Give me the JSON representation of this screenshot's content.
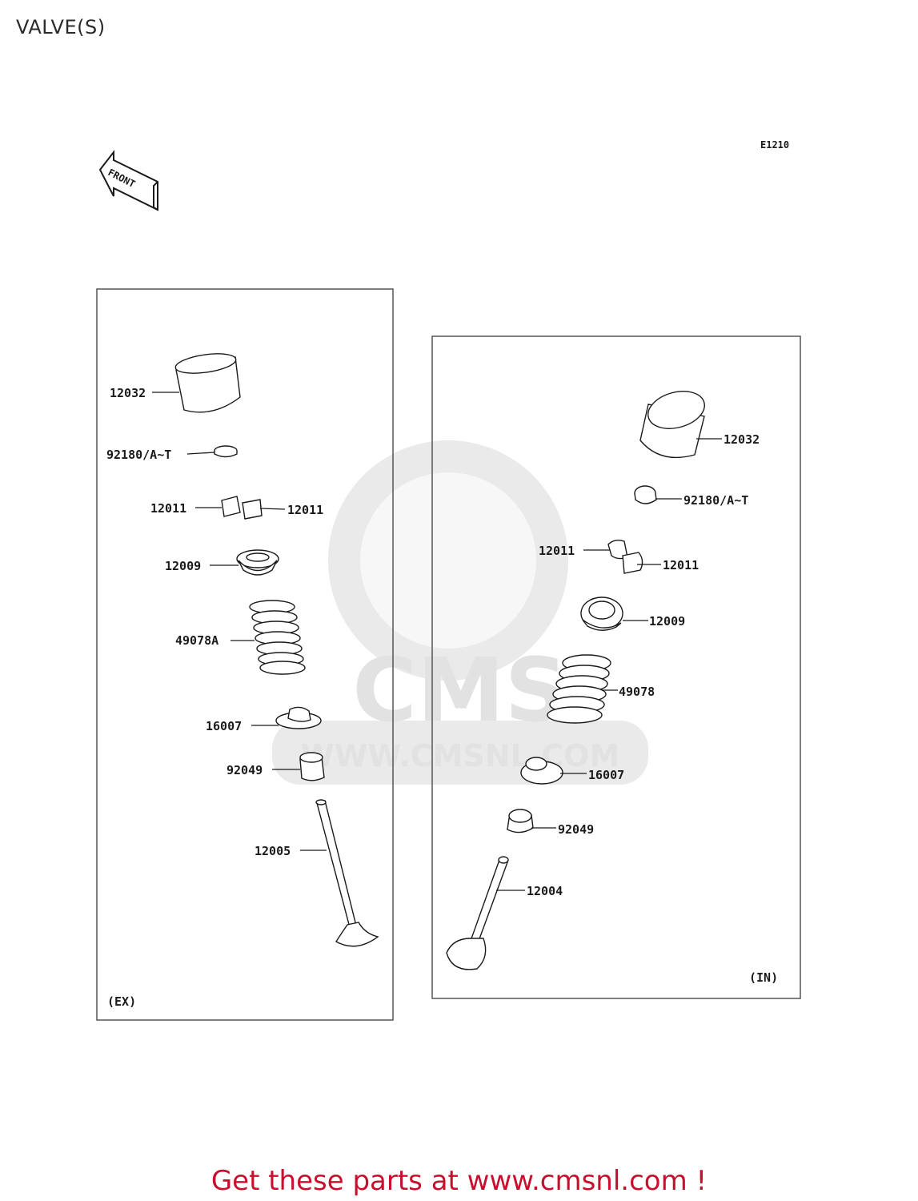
{
  "page": {
    "title": "VALVE(S)",
    "diagram_code": "E1210",
    "front_label": "FRONT",
    "footer_cta": "Get these parts at www.cmsnl.com !",
    "cta_color": "#c8102e"
  },
  "watermark": {
    "logo_text": "CMS",
    "url_text": "WWW.CMSNL.COM"
  },
  "exhaust_panel": {
    "label": "(EX)",
    "parts": [
      {
        "number": "12032"
      },
      {
        "number": "92180/A~T"
      },
      {
        "number": "12011"
      },
      {
        "number": "12011"
      },
      {
        "number": "12009"
      },
      {
        "number": "49078A"
      },
      {
        "number": "16007"
      },
      {
        "number": "92049"
      },
      {
        "number": "12005"
      }
    ]
  },
  "intake_panel": {
    "label": "(IN)",
    "parts": [
      {
        "number": "12032"
      },
      {
        "number": "92180/A~T"
      },
      {
        "number": "12011"
      },
      {
        "number": "12011"
      },
      {
        "number": "12009"
      },
      {
        "number": "49078"
      },
      {
        "number": "16007"
      },
      {
        "number": "92049"
      },
      {
        "number": "12004"
      }
    ]
  }
}
